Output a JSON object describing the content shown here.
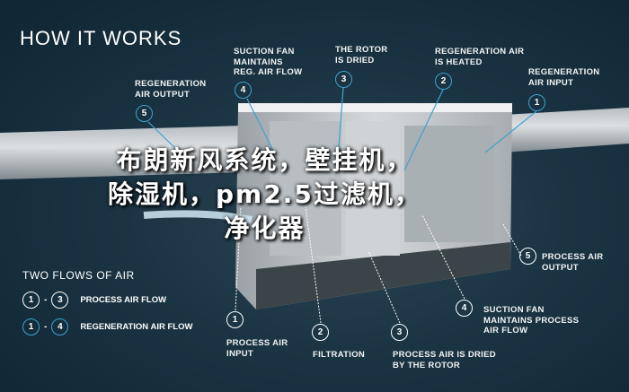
{
  "title": "HOW IT WORKS",
  "top_labels": [
    {
      "num": "5",
      "text": "REGENERATION\nAIR OUTPUT"
    },
    {
      "num": "4",
      "text": "SUCTION FAN\nMAINTAINS\nREG. AIR FLOW"
    },
    {
      "num": "3",
      "text": "THE ROTOR\nIS DRIED"
    },
    {
      "num": "2",
      "text": "REGENERATION AIR\nIS HEATED"
    },
    {
      "num": "1",
      "text": "REGENERATION\nAIR INPUT"
    }
  ],
  "bottom_labels": [
    {
      "num": "1",
      "text": "PROCESS AIR\nINPUT"
    },
    {
      "num": "2",
      "text": "FILTRATION"
    },
    {
      "num": "3",
      "text": "PROCESS AIR IS DRIED\nBY THE ROTOR"
    },
    {
      "num": "4",
      "text": "SUCTION FAN\nMAINTAINS PROCESS\nAIR FLOW"
    },
    {
      "num": "5",
      "text": "PROCESS AIR\nOUTPUT"
    }
  ],
  "legend": {
    "heading": "TWO FLOWS OF AIR",
    "rows": [
      {
        "from": "1",
        "to": "3",
        "sep": "-",
        "label": "PROCESS AIR FLOW"
      },
      {
        "from": "1",
        "to": "4",
        "sep": "-",
        "label": "REGENERATION AIR FLOW"
      }
    ]
  },
  "watermark": "布朗新风系统，壁挂机，\n除湿机，pm2.5过滤机，\n净化器",
  "colors": {
    "background": "#1b3443",
    "regen_accent": "#3fa3cf",
    "process": "#ffffff"
  }
}
